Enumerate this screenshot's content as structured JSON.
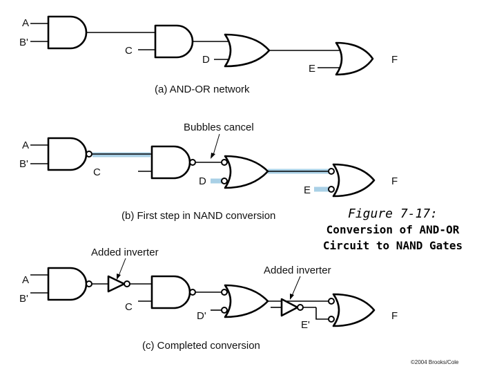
{
  "figure": {
    "number": "Figure 7-17:",
    "title_line1": "Conversion of AND-OR",
    "title_line2": "Circuit to NAND Gates"
  },
  "panel_a": {
    "caption": "(a) AND-OR network",
    "labels": {
      "a": "A",
      "b": "B'",
      "c": "C",
      "d": "D",
      "e": "E",
      "f": "F"
    }
  },
  "panel_b": {
    "caption": "(b) First step in NAND conversion",
    "note": "Bubbles cancel",
    "labels": {
      "a": "A",
      "b": "B'",
      "c": "C",
      "d": "D",
      "e": "E",
      "f": "F"
    },
    "highlight_color": "#a9d0e6"
  },
  "panel_c": {
    "caption": "(c) Completed conversion",
    "note_left": "Added inverter",
    "note_right": "Added inverter",
    "labels": {
      "a": "A",
      "b": "B'",
      "c": "C",
      "d": "D'",
      "e": "E'",
      "f": "F"
    }
  },
  "copyright": "©2004 Brooks/Cole"
}
